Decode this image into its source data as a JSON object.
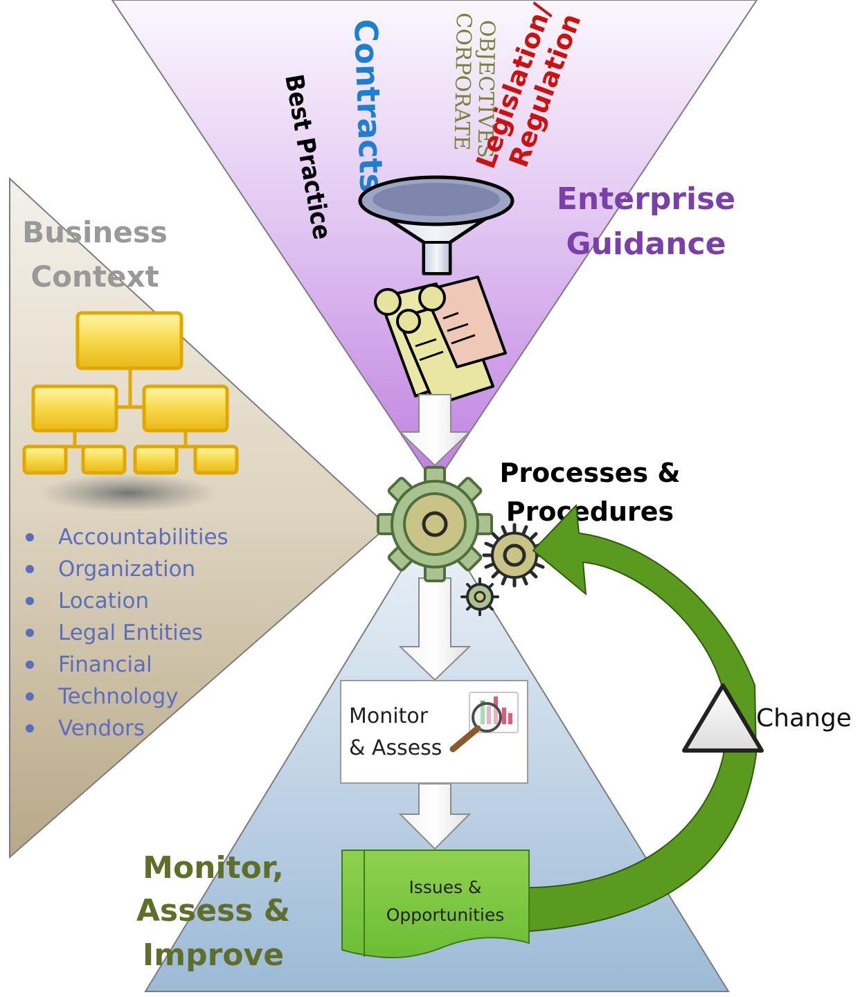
{
  "guidance": {
    "title_lines": [
      "Enterprise",
      "Guidance"
    ],
    "inputs": {
      "best_practice": "Best Practice",
      "contracts": "Contracts",
      "corporate_objectives": [
        "CORPORATE",
        "OBJECTIVES"
      ],
      "legislation": [
        "Legislation/",
        "Regulation"
      ]
    }
  },
  "business_context": {
    "title_lines": [
      "Business",
      "Context"
    ],
    "items": [
      "Accountabilities",
      "Organization",
      "Location",
      "Legal Entities",
      "Financial",
      "Technology",
      "Vendors"
    ]
  },
  "processes": {
    "title_lines": [
      "Processes &",
      "Procedures"
    ]
  },
  "monitor_box": {
    "label_lines": [
      "Monitor",
      "& Assess"
    ]
  },
  "issues_box": {
    "label_lines": [
      "Issues &",
      "Opportunities"
    ]
  },
  "change": {
    "label": "Change"
  },
  "improve": {
    "title_lines": [
      "Monitor,",
      "Assess &",
      "Improve"
    ]
  },
  "colors": {
    "guidance_title": "#7a3fa8",
    "business_title": "#999999",
    "bullet_text": "#5b6dbf",
    "contracts": "#1e7fd0",
    "corporate": "#76843a",
    "legislation": "#cc1111",
    "improve_title": "#5f6e2b",
    "arrow_green": "#5a9a1e"
  }
}
